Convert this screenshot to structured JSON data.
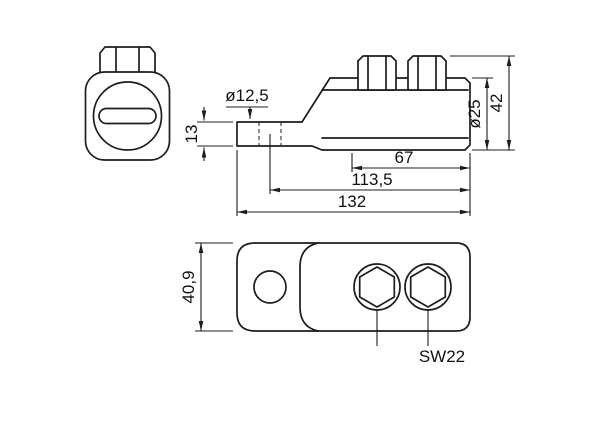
{
  "page": {
    "background": "#ffffff",
    "line_color": "#1d1d1d"
  },
  "drawing": {
    "type": "technical-dimension-drawing",
    "subject": "screw-type cable lug connector, three orthographic views",
    "views": [
      "front-view",
      "side-view",
      "top-view"
    ],
    "dims": {
      "hole_dia": "ø12,5",
      "palm_thickness": "13",
      "barrel_dia": "ø25",
      "overall_height": "42",
      "barrel_length": "67",
      "hole_center_to_end": "113,5",
      "overall_length": "132",
      "body_width": "40,9",
      "wrench_size": "SW22"
    }
  }
}
